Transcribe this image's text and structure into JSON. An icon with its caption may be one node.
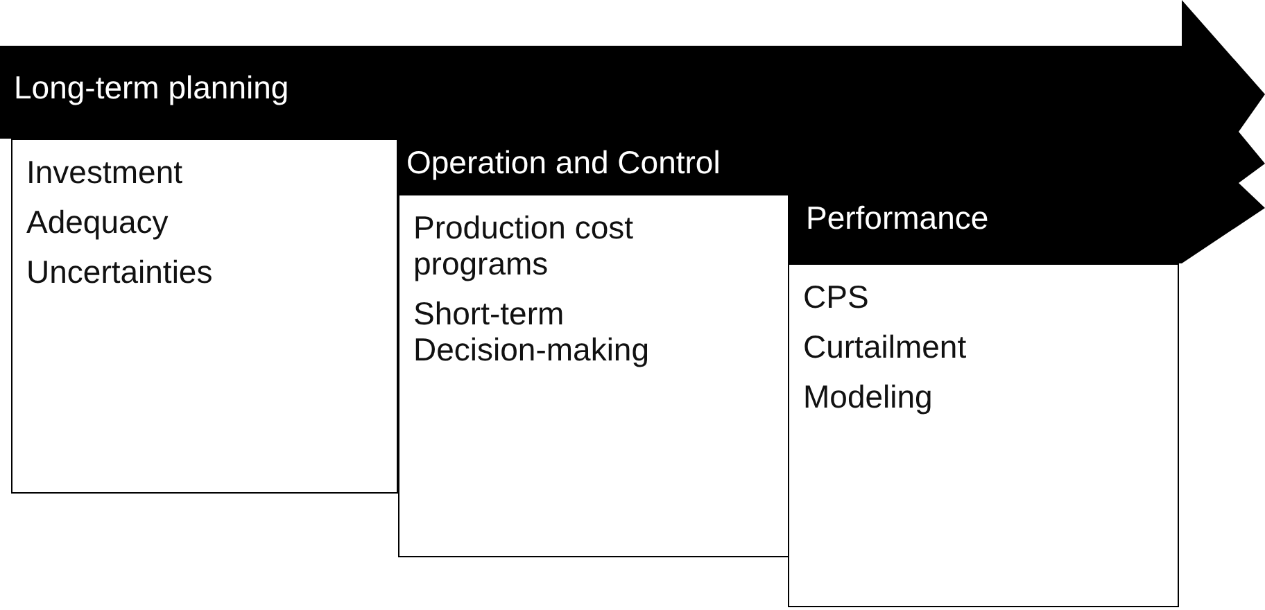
{
  "diagram": {
    "nodes": [
      {
        "text": [
          "Long-term planning"
        ]
      },
      {
        "text": [
          "Investment",
          "Adequacy",
          "Uncertainties"
        ]
      },
      {
        "text": [
          "Operation and Control"
        ]
      },
      {
        "text": [
          "Production cost programs",
          "Short-term Decision-making"
        ]
      },
      {
        "text": [
          "Performance"
        ]
      },
      {
        "text": [
          "CPS",
          "Curtailment",
          "Modeling"
        ]
      }
    ],
    "edges": []
  }
}
